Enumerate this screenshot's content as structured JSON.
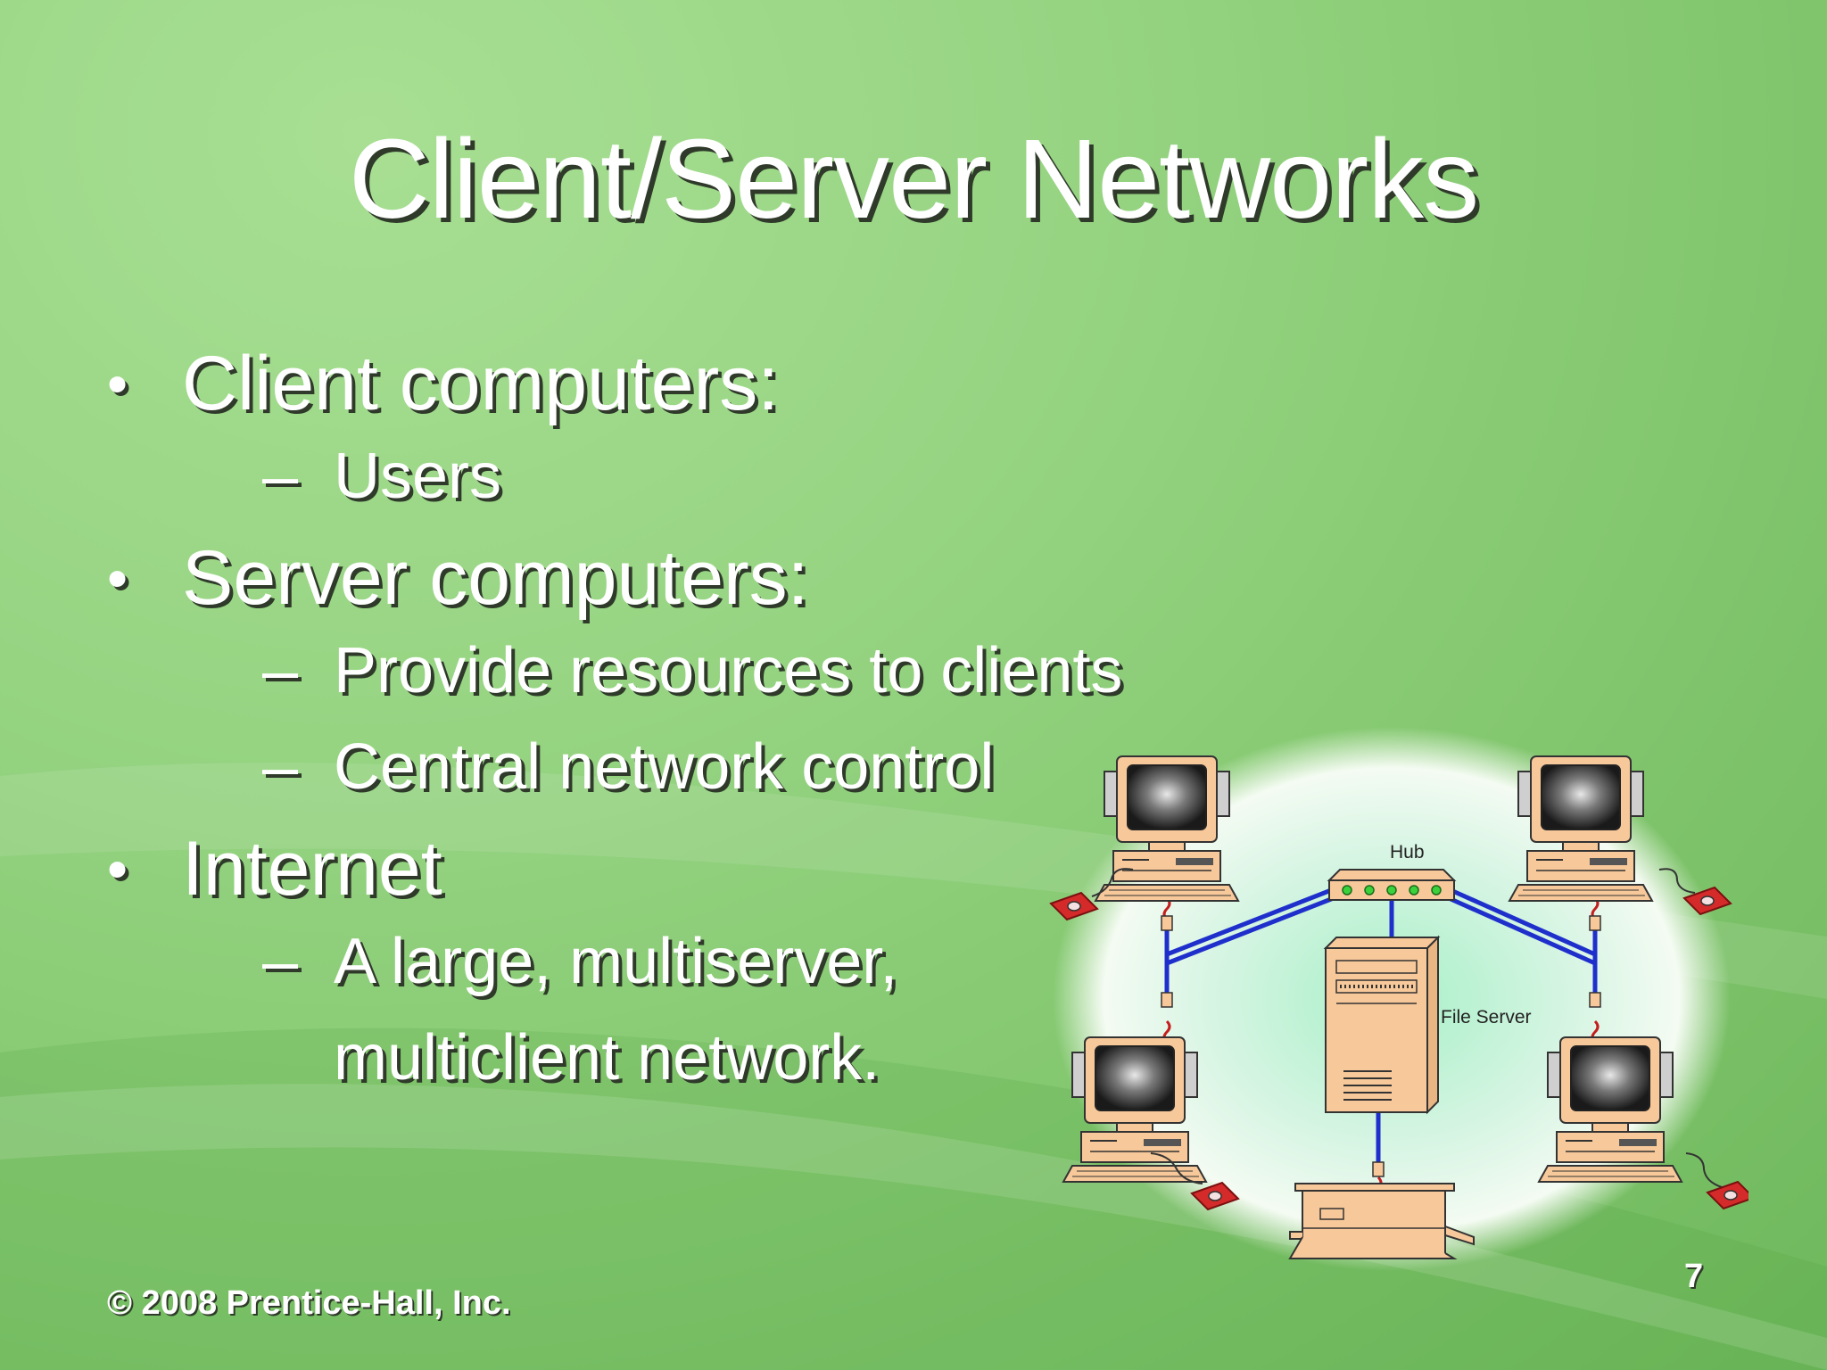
{
  "slide": {
    "title": "Client/Server Networks",
    "bullets": [
      {
        "text": "Client computers:",
        "subs": [
          "Users"
        ]
      },
      {
        "text": "Server computers:",
        "subs": [
          "Provide resources to clients",
          "Central network control"
        ]
      },
      {
        "text": "Internet",
        "subs": [
          "A large, multiserver, multiclient network."
        ]
      }
    ],
    "footer": "© 2008 Prentice-Hall, Inc.",
    "page_number": "7"
  },
  "diagram": {
    "hub_label": "Hub",
    "server_label": "File Server",
    "icons": [
      "computer-icon",
      "hub-icon",
      "file-server-icon",
      "printer-icon",
      "mouse-icon"
    ],
    "colors": {
      "device_fill": "#f7c89a",
      "cable": "#1f2fcc",
      "mouse_pad": "#d42a2a",
      "glow": "#d8f5e4"
    }
  }
}
